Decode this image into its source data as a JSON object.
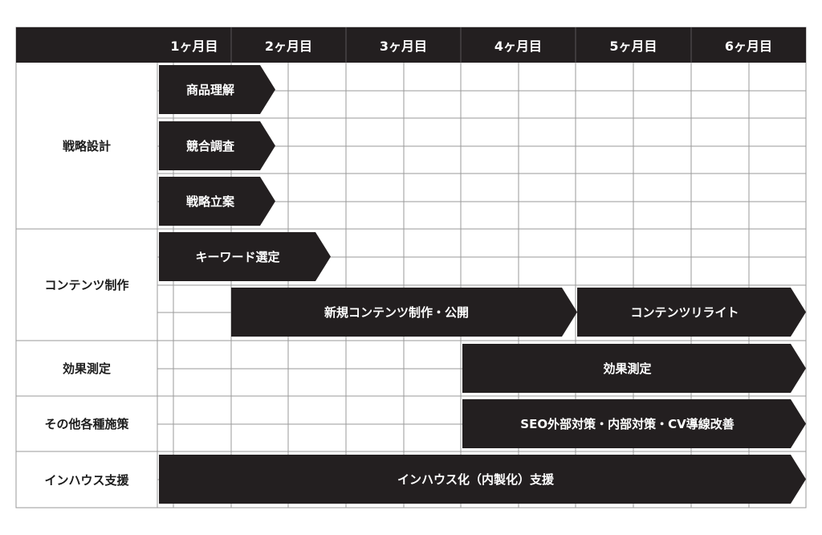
{
  "header": {
    "months": [
      "1ヶ月目",
      "2ヶ月目",
      "3ヶ月目",
      "4ヶ月目",
      "5ヶ月目",
      "6ヶ月目"
    ]
  },
  "categories": [
    {
      "label": "戦略設計"
    },
    {
      "label": "コンテンツ制作"
    },
    {
      "label": "効果測定"
    },
    {
      "label": "その他各種施策"
    },
    {
      "label": "インハウス支援"
    }
  ],
  "tasks": [
    {
      "label": "商品理解"
    },
    {
      "label": "競合調査"
    },
    {
      "label": "戦略立案"
    },
    {
      "label": "キーワード選定"
    },
    {
      "label": "新規コンテンツ制作・公開"
    },
    {
      "label": "コンテンツリライト"
    },
    {
      "label": "効果測定"
    },
    {
      "label": "SEO外部対策・内部対策・CV導線改善"
    },
    {
      "label": "インハウス化（内製化）支援"
    }
  ],
  "colors": {
    "header_bg": "#231f20",
    "bar_fill": "#231f20",
    "grid_line": "#9a9a9a",
    "text": "#1c1c1c"
  }
}
